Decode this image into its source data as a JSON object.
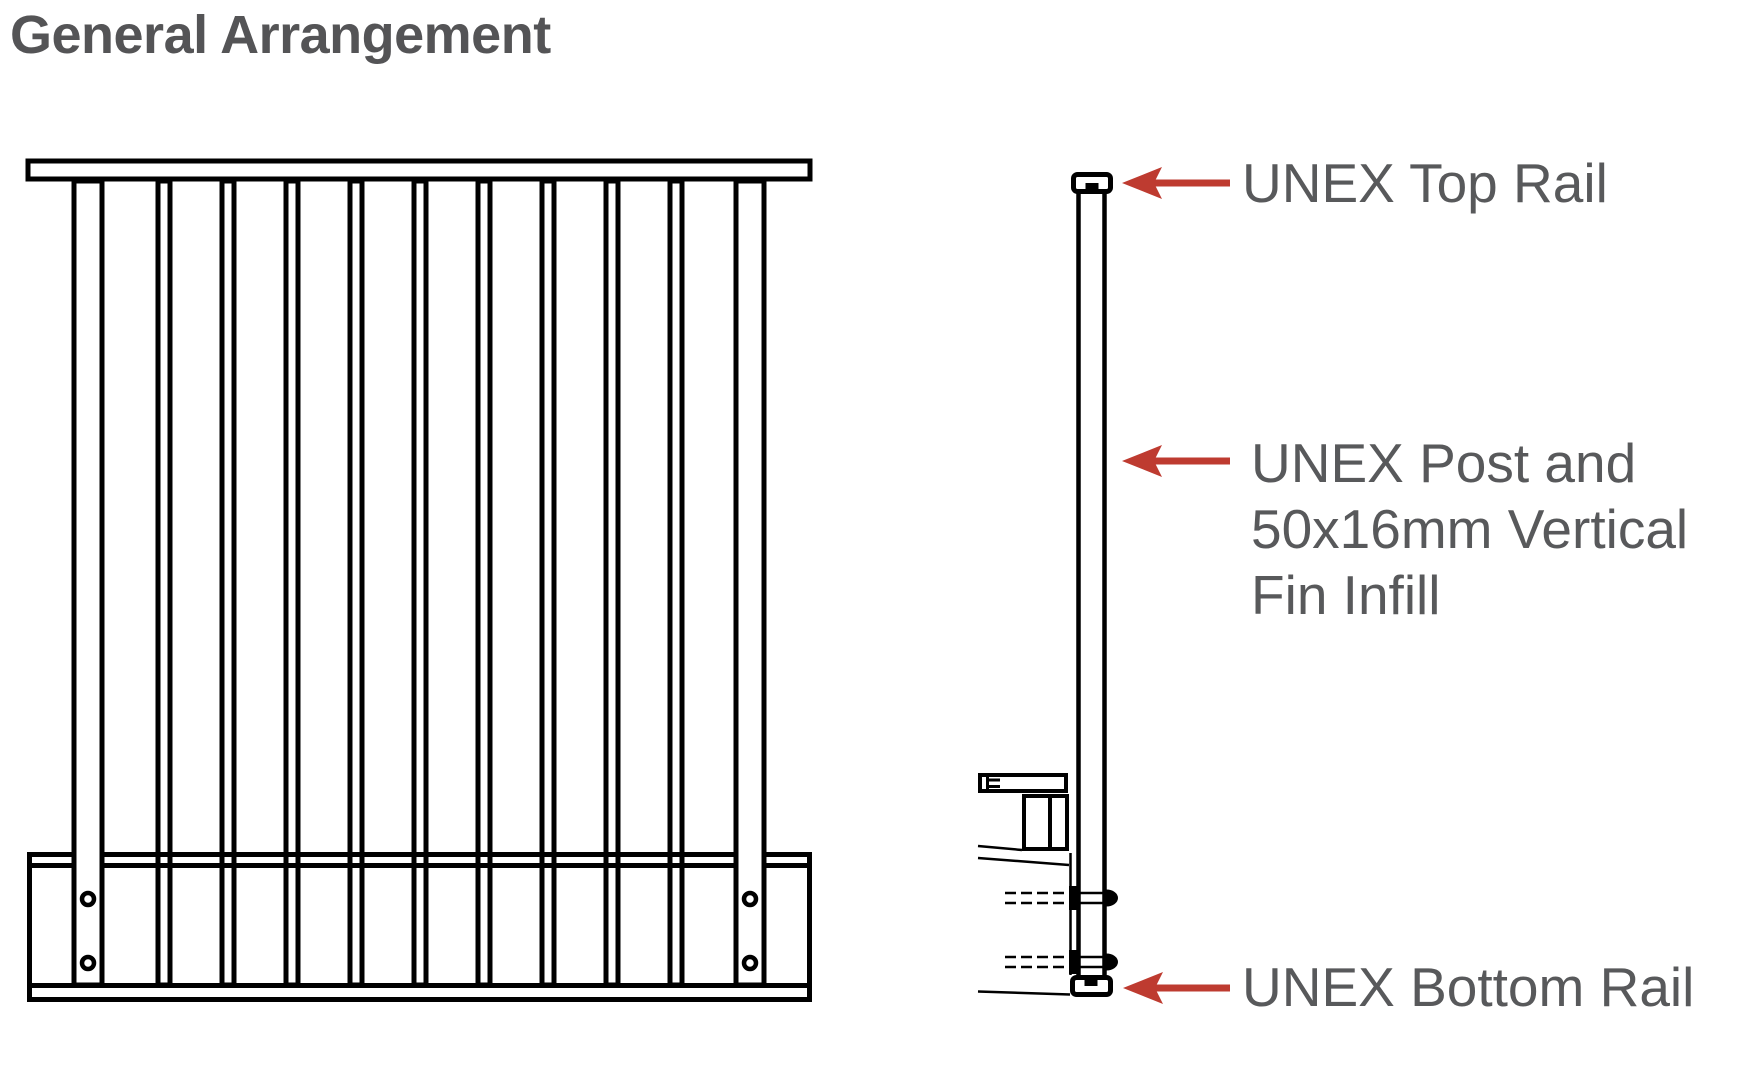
{
  "title": "General Arrangement",
  "figure": {
    "front_elevation": {
      "posts": 2,
      "vertical_fins": 9,
      "bolts_per_post": 2
    },
    "side_section": {
      "fixing_bolt_rows": 2
    }
  },
  "annotations": {
    "top_rail": {
      "label": "UNEX Top Rail"
    },
    "post_fin": {
      "line1": "UNEX Post and",
      "line2": "50x16mm Vertical",
      "line3": "Fin Infill"
    },
    "bottom_rail": {
      "label": "UNEX Bottom Rail"
    }
  },
  "colors": {
    "background": "#FFFFFF",
    "line": "#000000",
    "arrow_red": "#BE3B30",
    "label_gray": "#58595B",
    "title_gray": "#545456"
  }
}
